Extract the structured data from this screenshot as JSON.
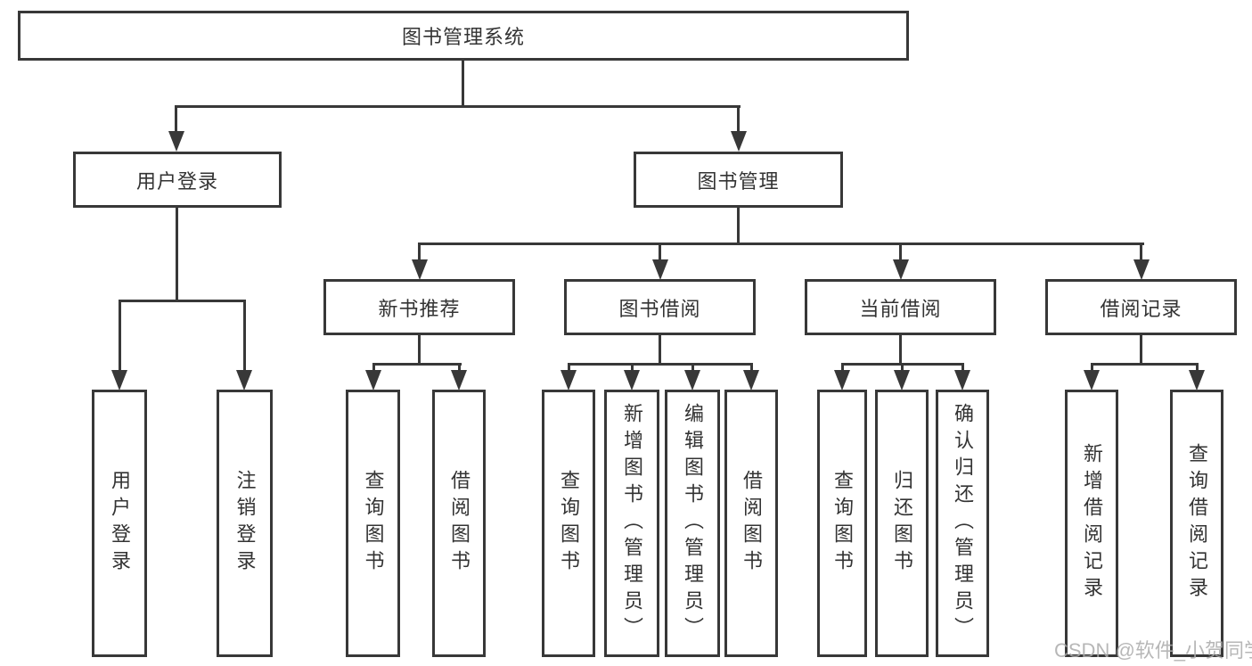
{
  "watermark": "CSDN @软件_小贺同学",
  "colors": {
    "line": "#383838",
    "text": "#333333",
    "background": "#ffffff",
    "watermark": "#aaaaaa"
  },
  "tree": {
    "root": "图书管理系统",
    "branches": [
      {
        "label": "用户登录",
        "children": [
          "用户登录",
          "注销登录"
        ]
      },
      {
        "label": "图书管理",
        "children": [
          {
            "label": "新书推荐",
            "children": [
              "查询图书",
              "借阅图书"
            ]
          },
          {
            "label": "图书借阅",
            "children": [
              "查询图书",
              "新增图书（管理员）",
              "编辑图书（管理员）",
              "借阅图书"
            ]
          },
          {
            "label": "当前借阅",
            "children": [
              "查询图书",
              "归还图书",
              "确认归还（管理员）"
            ]
          },
          {
            "label": "借阅记录",
            "children": [
              "新增借阅记录",
              "查询借阅记录"
            ]
          }
        ]
      }
    ]
  }
}
